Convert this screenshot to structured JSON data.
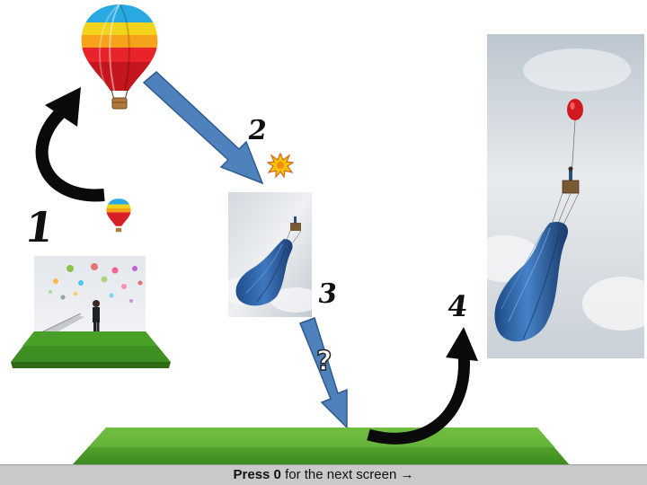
{
  "steps": [
    "1",
    "2",
    "3",
    "4"
  ],
  "question_mark": "?",
  "footer": {
    "key_label": "Press 0",
    "rest_label": "for the next screen",
    "arrow": "→"
  },
  "colors": {
    "arrow_blue": "#4f81bd",
    "arrow_blue_edge": "#2e5a8f",
    "grass": "#3f8f22",
    "soil": "#6b4a1e",
    "sky": "#cdd6de",
    "footer_bg": "#c9c9c9"
  },
  "icons": {
    "big_balloon": "hot-air-balloon-icon",
    "small_balloon": "hot-air-balloon-icon",
    "burst": "starburst-icon",
    "curved_arrows": "curved-arrow-icon"
  }
}
